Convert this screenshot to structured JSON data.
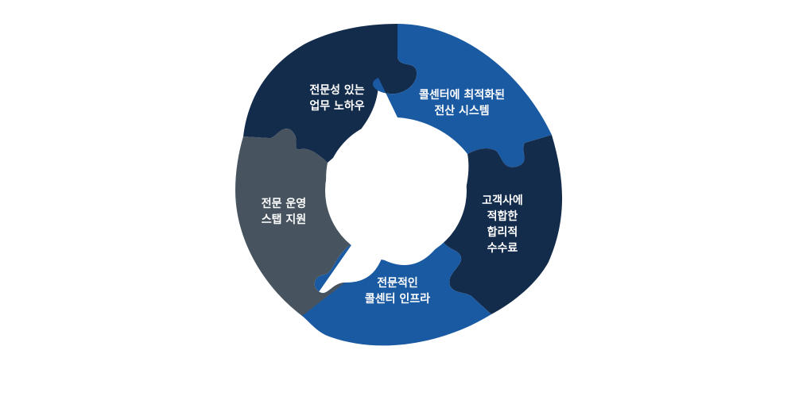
{
  "colors": {
    "navy": "#142c4c",
    "blue": "#1a5aa2",
    "slate": "#47545f",
    "center": "#ffffff"
  },
  "segments": [
    {
      "id": "expertise",
      "lines": [
        "전문성 있는",
        "업무 노하우"
      ],
      "color": "#142c4c"
    },
    {
      "id": "it-system",
      "lines": [
        "콜센터에 최적화된",
        "전산 시스템"
      ],
      "color": "#1a5aa2"
    },
    {
      "id": "fee",
      "lines": [
        "고객사에",
        "적합한",
        "합리적",
        "수수료"
      ],
      "color": "#142c4c"
    },
    {
      "id": "infra",
      "lines": [
        "전문적인",
        "콜센터 인프라"
      ],
      "color": "#1a5aa2"
    },
    {
      "id": "staff",
      "lines": [
        "전문 운영",
        "스탭  지원"
      ],
      "color": "#47545f"
    }
  ]
}
